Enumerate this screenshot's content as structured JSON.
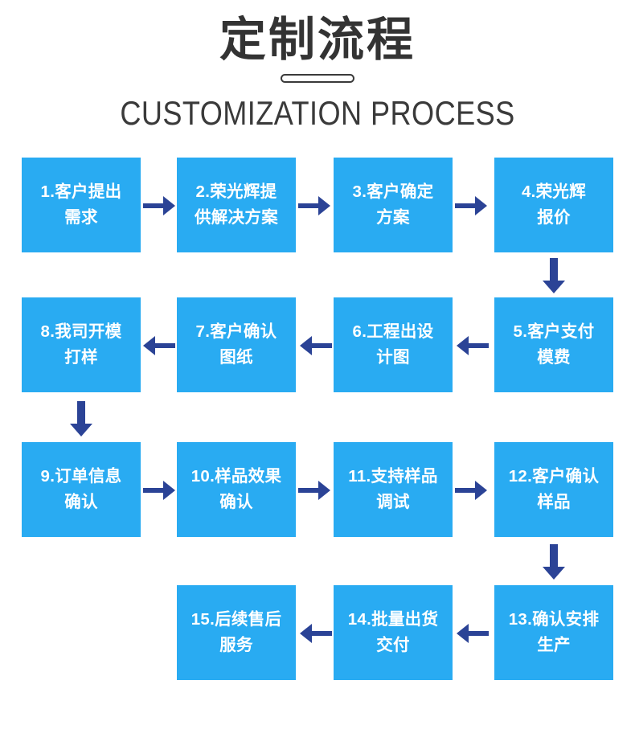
{
  "header": {
    "title": "定制流程",
    "subtitle": "CUSTOMIZATION PROCESS",
    "divider": "pill-divider"
  },
  "colors": {
    "node_fill": "#29abf2",
    "node_text": "#ffffff",
    "arrow": "#2b4396",
    "heading_text": "#333333",
    "background": "#ffffff"
  },
  "flow": {
    "nodes": [
      {
        "id": 1,
        "line1": "1.客户提出",
        "line2": "需求",
        "row": 1,
        "col": 1
      },
      {
        "id": 2,
        "line1": "2.荣光辉提",
        "line2": "供解决方案",
        "row": 1,
        "col": 2
      },
      {
        "id": 3,
        "line1": "3.客户确定",
        "line2": "方案",
        "row": 1,
        "col": 3
      },
      {
        "id": 4,
        "line1": "4.荣光辉",
        "line2": "报价",
        "row": 1,
        "col": 4
      },
      {
        "id": 5,
        "line1": "5.客户支付",
        "line2": "模费",
        "row": 2,
        "col": 4
      },
      {
        "id": 6,
        "line1": "6.工程出设",
        "line2": "计图",
        "row": 2,
        "col": 3
      },
      {
        "id": 7,
        "line1": "7.客户确认",
        "line2": "图纸",
        "row": 2,
        "col": 2
      },
      {
        "id": 8,
        "line1": "8.我司开模",
        "line2": "打样",
        "row": 2,
        "col": 1
      },
      {
        "id": 9,
        "line1": "9.订单信息",
        "line2": "确认",
        "row": 3,
        "col": 1
      },
      {
        "id": 10,
        "line1": "10.样品效果",
        "line2": "确认",
        "row": 3,
        "col": 2
      },
      {
        "id": 11,
        "line1": "11.支持样品",
        "line2": "调试",
        "row": 3,
        "col": 3
      },
      {
        "id": 12,
        "line1": "12.客户确认",
        "line2": "样品",
        "row": 3,
        "col": 4
      },
      {
        "id": 13,
        "line1": "13.确认安排",
        "line2": "生产",
        "row": 4,
        "col": 4
      },
      {
        "id": 14,
        "line1": "14.批量出货",
        "line2": "交付",
        "row": 4,
        "col": 3
      },
      {
        "id": 15,
        "line1": "15.后续售后",
        "line2": "服务",
        "row": 4,
        "col": 2
      }
    ],
    "connectors": [
      {
        "from": 1,
        "to": 2,
        "direction": "right"
      },
      {
        "from": 2,
        "to": 3,
        "direction": "right"
      },
      {
        "from": 3,
        "to": 4,
        "direction": "right"
      },
      {
        "from": 4,
        "to": 5,
        "direction": "down"
      },
      {
        "from": 5,
        "to": 6,
        "direction": "left"
      },
      {
        "from": 6,
        "to": 7,
        "direction": "left"
      },
      {
        "from": 7,
        "to": 8,
        "direction": "left"
      },
      {
        "from": 8,
        "to": 9,
        "direction": "down"
      },
      {
        "from": 9,
        "to": 10,
        "direction": "right"
      },
      {
        "from": 10,
        "to": 11,
        "direction": "right"
      },
      {
        "from": 11,
        "to": 12,
        "direction": "right"
      },
      {
        "from": 12,
        "to": 13,
        "direction": "down"
      },
      {
        "from": 13,
        "to": 14,
        "direction": "left"
      },
      {
        "from": 14,
        "to": 15,
        "direction": "left"
      }
    ]
  }
}
